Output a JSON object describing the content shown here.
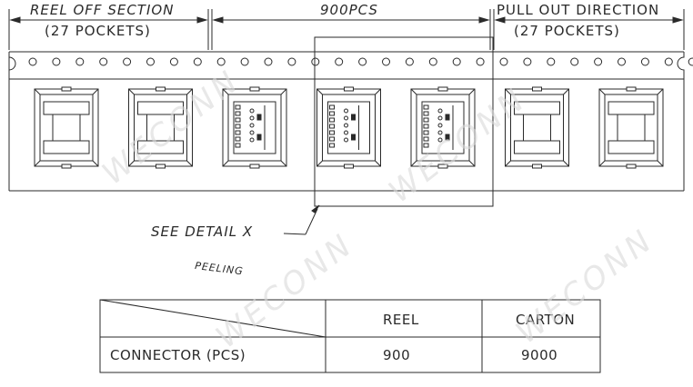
{
  "header": {
    "reel_off_section": "REEL OFF SECTION",
    "reel_off_pockets": "(27 POCKETS)",
    "middle_count": "900PCS",
    "pull_out_direction": "PULL OUT DIRECTION",
    "pull_out_pockets": "(27 POCKETS)"
  },
  "callouts": {
    "see_detail": "SEE DETAIL X",
    "peeling": "PEELING"
  },
  "table": {
    "headers": [
      "REEL",
      "CARTON"
    ],
    "rows": [
      {
        "label": "CONNECTOR (PCS)",
        "reel": "900",
        "carton": "9000"
      }
    ]
  },
  "watermark": {
    "text": "WECONN"
  },
  "colors": {
    "line": "#2a2a2a",
    "watermark": "#d9d9d9"
  },
  "tape": {
    "pockets": [
      "empty",
      "empty",
      "connector",
      "connector",
      "connector",
      "empty",
      "empty"
    ],
    "sprocket_holes": 29
  }
}
